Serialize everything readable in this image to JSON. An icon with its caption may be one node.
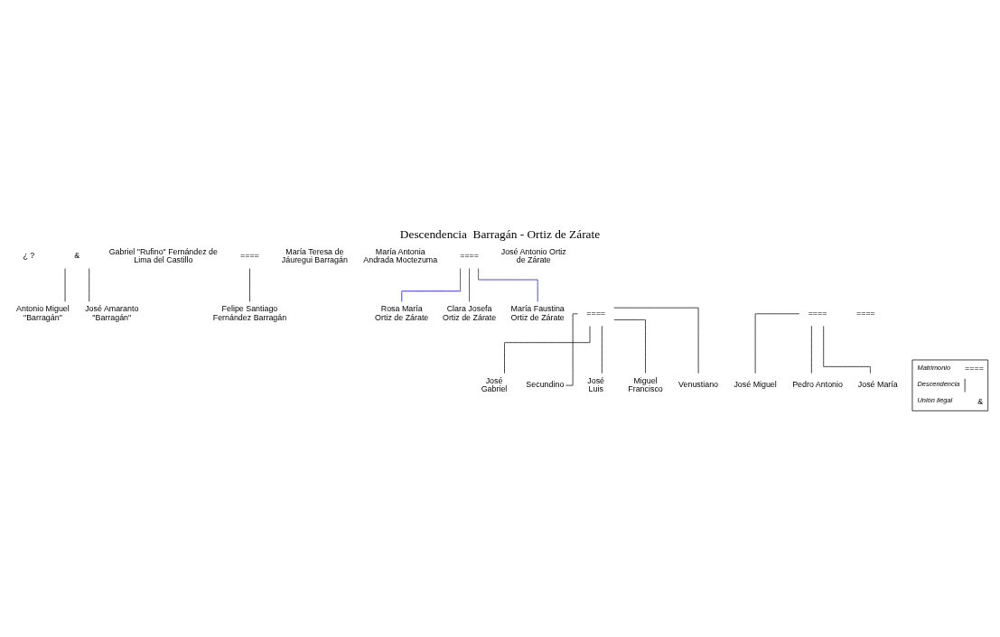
{
  "diagram": {
    "title": "Descendencia  Barragán - Ortiz de Zárate",
    "nodes": [
      {
        "text": [
          "¿ ?"
        ]
      },
      {
        "text": [
          "&"
        ]
      },
      {
        "text": [
          "Gabriel \"Rufino\" Fernández de Lima del Castillo"
        ]
      },
      {
        "text": [
          "===="
        ]
      },
      {
        "text": [
          "María Teresa de Jáuregui Barragán"
        ]
      },
      {
        "text": [
          "María Antonia Andrada Moctezuma"
        ]
      },
      {
        "text": [
          "===="
        ]
      },
      {
        "text": [
          "José Antonio Ortiz de Zárate"
        ]
      },
      {
        "text": [
          "Antonio Miguel \"Barragán\""
        ]
      },
      {
        "text": [
          "===="
        ]
      },
      {
        "text": [
          "Rosa María Ortiz de Zárate"
        ]
      },
      {
        "text": [
          "José Amaranto \"Barragán\""
        ]
      },
      {
        "text": [
          "===="
        ]
      },
      {
        "text": [
          "Clara Josefa Ortiz de Zárate"
        ]
      },
      {
        "text": [
          "Felipe Santiago Fernández Barragán"
        ]
      },
      {
        "text": [
          "María Faustina Ortiz de Zárate"
        ]
      },
      {
        "text": [
          "José Gabriel"
        ]
      },
      {
        "text": [
          "Secundino"
        ]
      },
      {
        "text": [
          "José Luis"
        ]
      },
      {
        "text": [
          "Miguel Francisco"
        ]
      },
      {
        "text": [
          "Venustiano"
        ]
      },
      {
        "text": [
          "José Miguel"
        ]
      },
      {
        "text": [
          "Pedro Antonio"
        ]
      },
      {
        "text": [
          "José María"
        ]
      }
    ],
    "edges": [
      {
        "from": 1,
        "to": 8,
        "arrow": "none"
      },
      {
        "from": 1,
        "to": 11,
        "arrow": "none"
      },
      {
        "from": 3,
        "to": 14,
        "arrow": "none"
      },
      {
        "from": 6,
        "to": 10,
        "arrow": "none",
        "color": "#0000ff"
      },
      {
        "from": 6,
        "to": 13,
        "arrow": "none",
        "color": "#0000ff"
      },
      {
        "from": 6,
        "to": 15,
        "arrow": "none",
        "color": "#0000ff"
      },
      {
        "from": 9,
        "to": 16,
        "arrow": "none"
      },
      {
        "from": 9,
        "to": 17,
        "arrow": "none"
      },
      {
        "from": 9,
        "to": 18,
        "arrow": "none"
      },
      {
        "from": 9,
        "to": 19,
        "arrow": "none"
      },
      {
        "from": 9,
        "to": 20,
        "arrow": "none"
      },
      {
        "from": 12,
        "to": 21,
        "arrow": "none"
      },
      {
        "from": 12,
        "to": 22,
        "arrow": "none"
      },
      {
        "from": 12,
        "to": 23,
        "arrow": "none"
      }
    ],
    "labels": [
      "====",
      "====",
      "&"
    ],
    "legend": [
      {
        "text": "Matrimonio"
      },
      {
        "text": "Descendencia"
      },
      {
        "text": "Unión ilegal"
      }
    ]
  }
}
